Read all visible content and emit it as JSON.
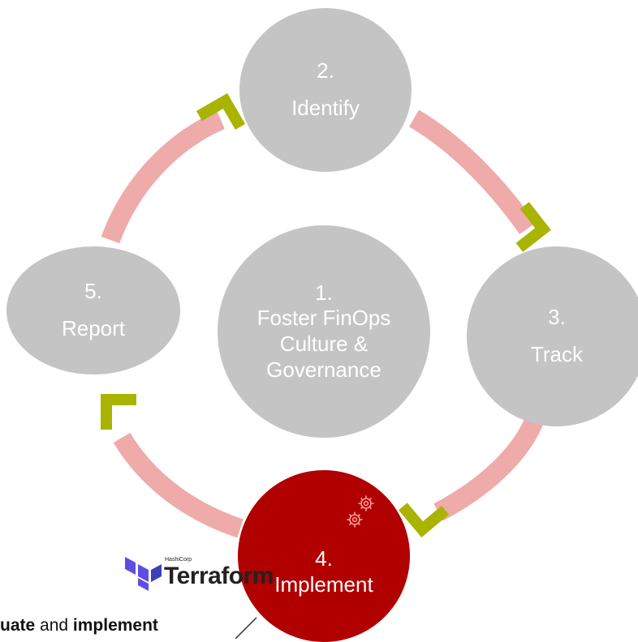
{
  "nodes": [
    {
      "id": "center",
      "number": "1.",
      "label_lines": [
        "Foster FinOps",
        "Culture &",
        "Governance"
      ]
    },
    {
      "id": "identify",
      "number": "2.",
      "label_lines": [
        "Identify"
      ]
    },
    {
      "id": "track",
      "number": "3.",
      "label_lines": [
        "Track"
      ]
    },
    {
      "id": "implement",
      "number": "4.",
      "label_lines": [
        "Implement"
      ]
    },
    {
      "id": "report",
      "number": "5.",
      "label_lines": [
        "Report"
      ]
    }
  ],
  "colors": {
    "node_grey": "#c4c4c4",
    "node_red": "#b00000",
    "arc": "#efaaaa",
    "arrow": "#a8b400",
    "terraform_purple": "#5c4ee5"
  },
  "icons": [
    "gears-icon"
  ],
  "logo": {
    "vendor": "HashiCorp",
    "product": "Terraform"
  },
  "caption": {
    "part1": "uate",
    "part2": " and ",
    "part3": "implement"
  }
}
